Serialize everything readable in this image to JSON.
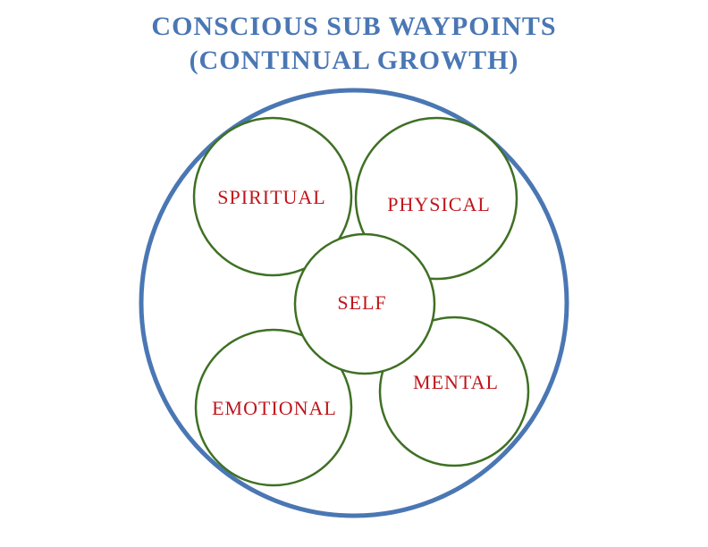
{
  "title": {
    "line1": "CONSCIOUS SUB WAYPOINTS",
    "line2": "(CONTINUAL GROWTH)"
  },
  "colors": {
    "title": "#4a77b4",
    "outer_ring": "#4a77b4",
    "inner_ring": "#3f7024",
    "label": "#c0151b",
    "background": "#ffffff"
  },
  "nodes": {
    "spiritual": "SPIRITUAL",
    "physical": "PHYSICAL",
    "self": "SELF",
    "emotional": "EMOTIONAL",
    "mental": "MENTAL"
  }
}
